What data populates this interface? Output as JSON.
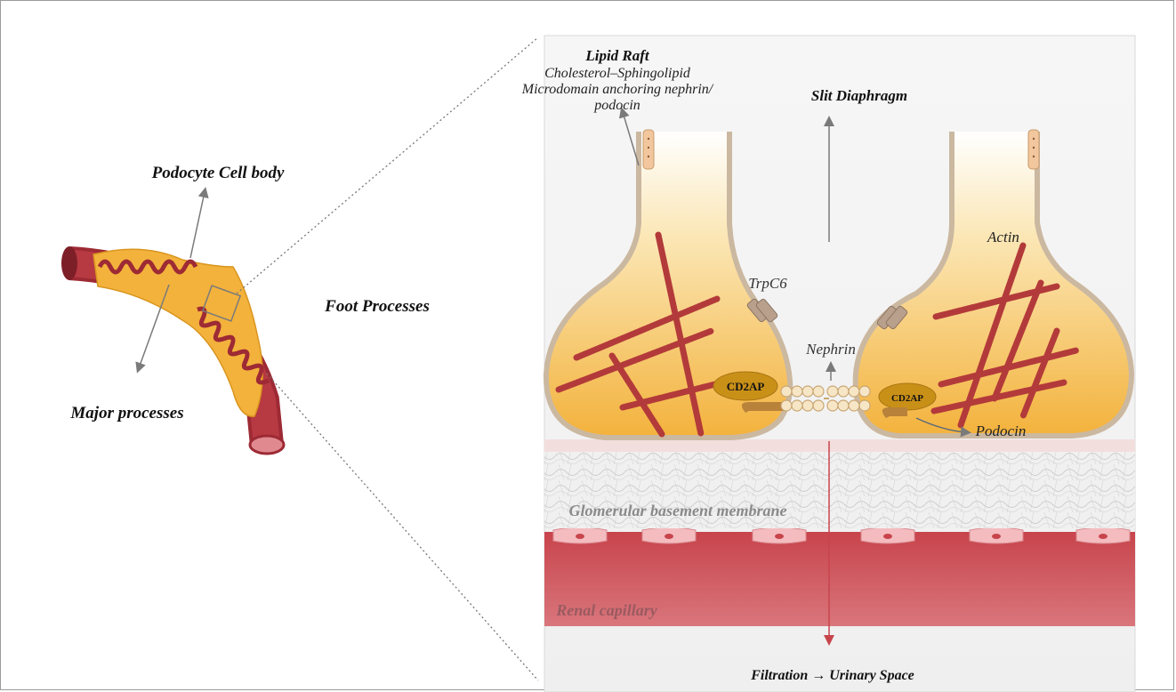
{
  "left": {
    "cell_body_label": "Podocyte Cell body",
    "foot_processes_label": "Foot Processes",
    "major_processes_label": "Major processes"
  },
  "panel": {
    "lipid_raft_title": "Lipid Raft",
    "lipid_raft_desc": [
      "Cholesterol–Sphingolipid",
      "Microdomain anchoring nephrin/",
      "podocin"
    ],
    "slit_diaphragm": "Slit Diaphragm",
    "actin": "Actin",
    "trpc6": "TrpC6",
    "nephrin": "Nephrin",
    "cd2ap_left": "CD2AP",
    "cd2ap_right": "CD2AP",
    "podocin": "Podocin",
    "gbm": "Glomerular basement membrane",
    "renal_capillary": "Renal capillary",
    "filtration": "Filtration → Urinary Space"
  },
  "colors": {
    "capillary_red": "#c8444c",
    "foot_process_orange": "#f3b23c",
    "membrane_tan": "#cbb8a0",
    "actin_red": "#b33a3a",
    "cd2ap_gold": "#c99018",
    "arrow_gray": "#7a7a7a"
  }
}
